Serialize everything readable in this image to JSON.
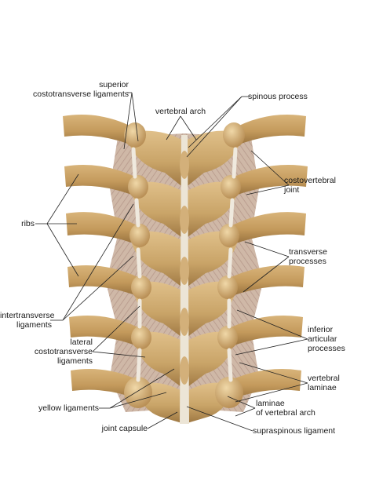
{
  "labels": {
    "superior_costotransverse": [
      "superior",
      "costotransverse ligaments"
    ],
    "vertebral_arch": [
      "vertebral arch"
    ],
    "spinous_process": [
      "spinous process"
    ],
    "costovertebral_joint": [
      "costovertebral",
      "joint"
    ],
    "ribs": [
      "ribs"
    ],
    "transverse_processes": [
      "transverse",
      "processes"
    ],
    "intertransverse": [
      "intertransverse",
      "ligaments"
    ],
    "lateral_costotransverse": [
      "lateral",
      "costotransverse",
      "ligaments"
    ],
    "inferior_articular": [
      "inferior",
      "articular",
      "processes"
    ],
    "vertebral_laminae": [
      "vertebral",
      "laminae"
    ],
    "yellow_ligaments": [
      "yellow ligaments"
    ],
    "laminae_of_arch": [
      "laminae",
      "of vertebral arch"
    ],
    "joint_capsule": [
      "joint capsule"
    ],
    "supraspinous": [
      "supraspinous ligament"
    ]
  },
  "colors": {
    "bone": "#c9a468",
    "bone_light": "#e2c48c",
    "bone_dark": "#8f6a38",
    "ligament": "#ece6da",
    "muscle_fiber": "#b89a88",
    "leader_line": "#222222"
  }
}
